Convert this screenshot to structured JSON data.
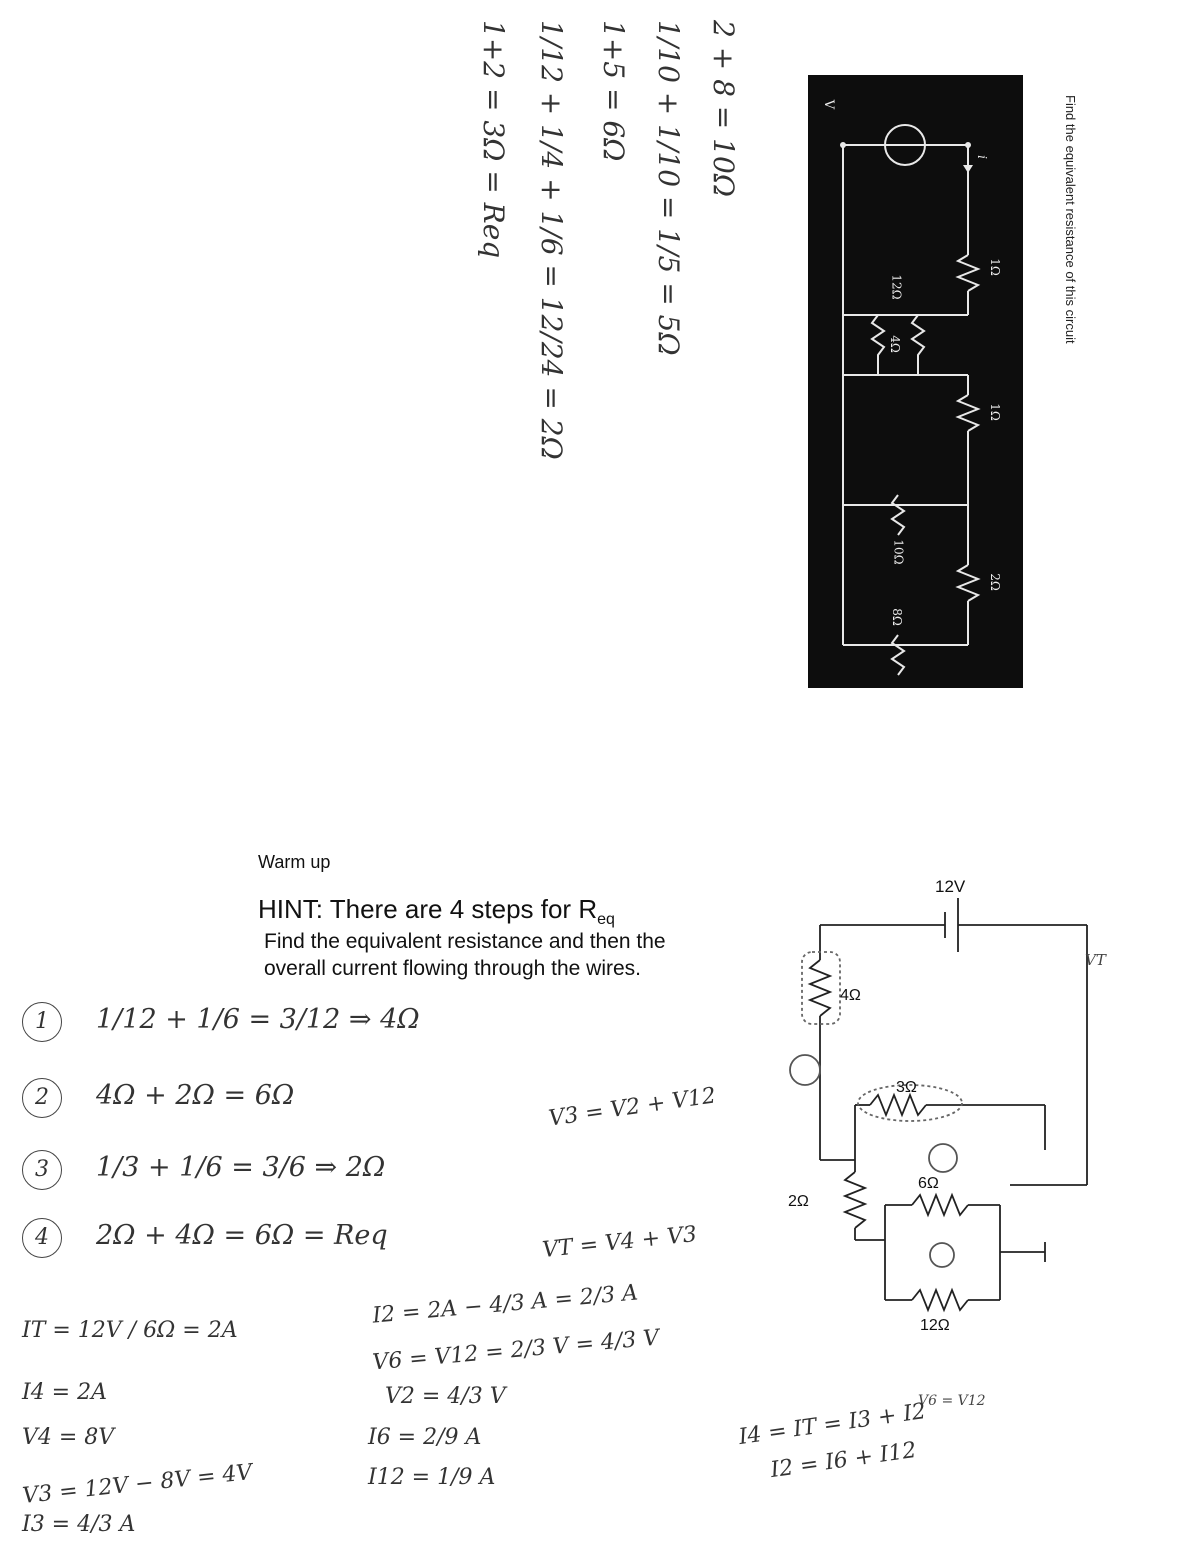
{
  "top_section": {
    "caption": "Find the equivalent resistance of this circuit",
    "circuit_labels": {
      "source": "V",
      "current": "i",
      "r1": "1Ω",
      "r12": "12Ω",
      "r4": "4Ω",
      "r1b": "1Ω",
      "r10": "10Ω",
      "r2": "2Ω",
      "r8": "8Ω"
    },
    "handwriting": [
      "2 + 8 = 10Ω",
      "1/10 + 1/10 = 1/5 = 5Ω",
      "1+5 = 6Ω",
      "1/12 + 1/4 + 1/6 = 12/24 = 2Ω",
      "1+2 = 3Ω = Req"
    ]
  },
  "warmup": {
    "label": "Warm up",
    "hint_prefix": "HINT: There are 4 steps for R",
    "hint_sub": "eq",
    "instruction_line1": "Find the equivalent resistance and then the",
    "instruction_line2": "overall current flowing through the wires."
  },
  "bottom_circuit": {
    "voltage": "12V",
    "r4": "4Ω",
    "r3": "3Ω",
    "r6": "6Ω",
    "r2": "2Ω",
    "r12": "12Ω"
  },
  "work": {
    "steps": [
      {
        "num": "1",
        "text": "1/12 + 1/6 = 3/12 ⇒ 4Ω"
      },
      {
        "num": "2",
        "text": "4Ω + 2Ω = 6Ω"
      },
      {
        "num": "3",
        "text": "1/3 + 1/6 = 3/6 ⇒ 2Ω"
      },
      {
        "num": "4",
        "text": "2Ω + 4Ω = 6Ω = Req"
      }
    ],
    "side_notes": [
      "V3 = V2 + V12",
      "VT = V4 + V3"
    ],
    "left_calc": [
      "IT = 12V / 6Ω = 2A",
      "I4 = 2A",
      "V4 = 8V",
      "V3 = 12V − 8V = 4V",
      "I3 = 4/3 A"
    ],
    "mid_calc": [
      "I2 = 2A − 4/3 A = 2/3 A",
      "V6 = V12 = 2/3 V = 4/3 V",
      "V2 = 4/3 V",
      "I6 = 2/9 A",
      "I12 = 1/9 A"
    ],
    "right_calc": [
      "I4 = IT = I3 + I2",
      "I2 = I6 + I12"
    ],
    "circuit_notes": {
      "vt": "VT",
      "v4_low": "V6 = V12"
    }
  }
}
